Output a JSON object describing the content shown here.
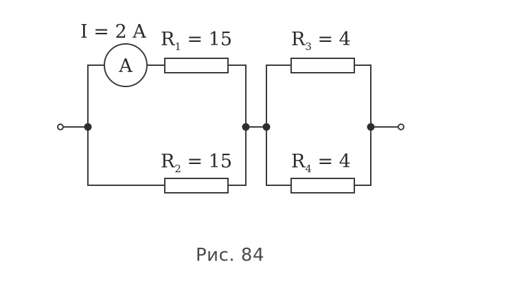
{
  "ammeter": {
    "current_label": "I = 2 A",
    "symbol": "A"
  },
  "resistors": {
    "r1": {
      "letter": "R",
      "index": "1",
      "value_text": " = 15"
    },
    "r2": {
      "letter": "R",
      "index": "2",
      "value_text": " = 15"
    },
    "r3": {
      "letter": "R",
      "index": "3",
      "value_text": " = 4"
    },
    "r4": {
      "letter": "R",
      "index": "4",
      "value_text": " = 4"
    }
  },
  "caption": "Рис. 84",
  "colors": {
    "ink": "#3a3a3a",
    "background": "#ffffff"
  }
}
